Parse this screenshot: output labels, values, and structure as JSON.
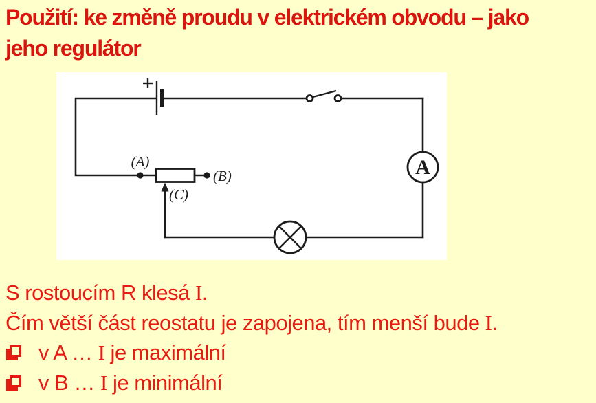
{
  "colors": {
    "bg": "#FFFFCC",
    "title": "#D9150E",
    "red": "#E81B12",
    "ink": "#1C1C1C"
  },
  "title": {
    "line1": "Použití: ke změně proudu v elektrickém obvodu – jako",
    "line2": "jeho regulátor"
  },
  "diagram": {
    "battery_plus_label": "+",
    "ammeter_label": "A",
    "terminal_a_label": "(A)",
    "terminal_b_label": "(B)",
    "wiper_label": "(C)"
  },
  "statements": {
    "line1": {
      "pre": "S rostoucím R klesá ",
      "sym": "I",
      "post": "."
    },
    "line2": {
      "pre": "Čím větší část reostatu je zapojena, tím menší bude ",
      "sym": "I",
      "post": "."
    }
  },
  "bullets": {
    "item1": {
      "pre": "v A … ",
      "sym": "I",
      "post": " je maximální"
    },
    "item2": {
      "pre": "v B … ",
      "sym": "I",
      "post": " je minimální"
    }
  }
}
